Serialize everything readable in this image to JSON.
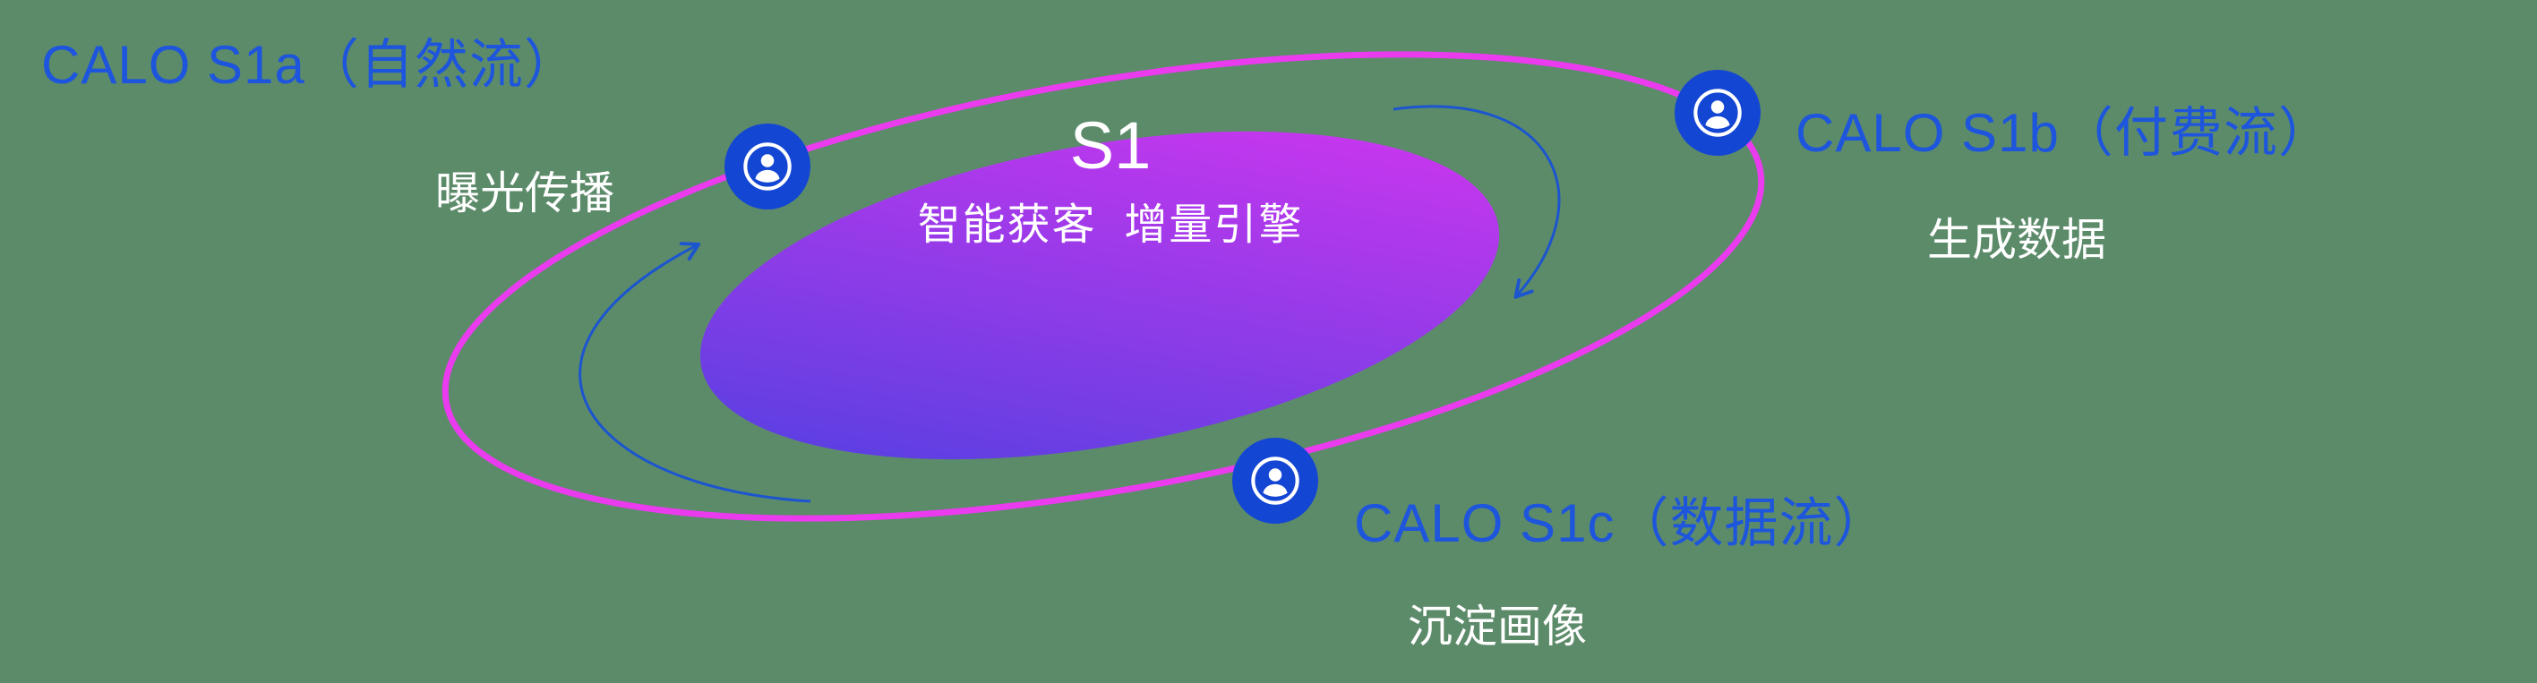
{
  "colors": {
    "background": "#5c8b6a",
    "heading_blue": "#1d55dd",
    "text_white": "#ffffff",
    "orbit_ring": "#ea3bee",
    "node_blue": "#1446d4",
    "arrow_blue": "#1b55cf",
    "core_gradient_start": "#4a41e0",
    "core_gradient_end": "#d935f0"
  },
  "core": {
    "title": "S1",
    "subtitle": "智能获客  增量引擎"
  },
  "nodes": [
    {
      "id": "s1a",
      "label": "CALO S1a（自然流）",
      "sublabel": "曝光传播",
      "icon": "user-icon"
    },
    {
      "id": "s1b",
      "label": "CALO S1b（付费流）",
      "sublabel": "生成数据",
      "icon": "user-icon"
    },
    {
      "id": "s1c",
      "label": "CALO S1c（数据流）",
      "sublabel": "沉淀画像",
      "icon": "user-icon"
    }
  ]
}
